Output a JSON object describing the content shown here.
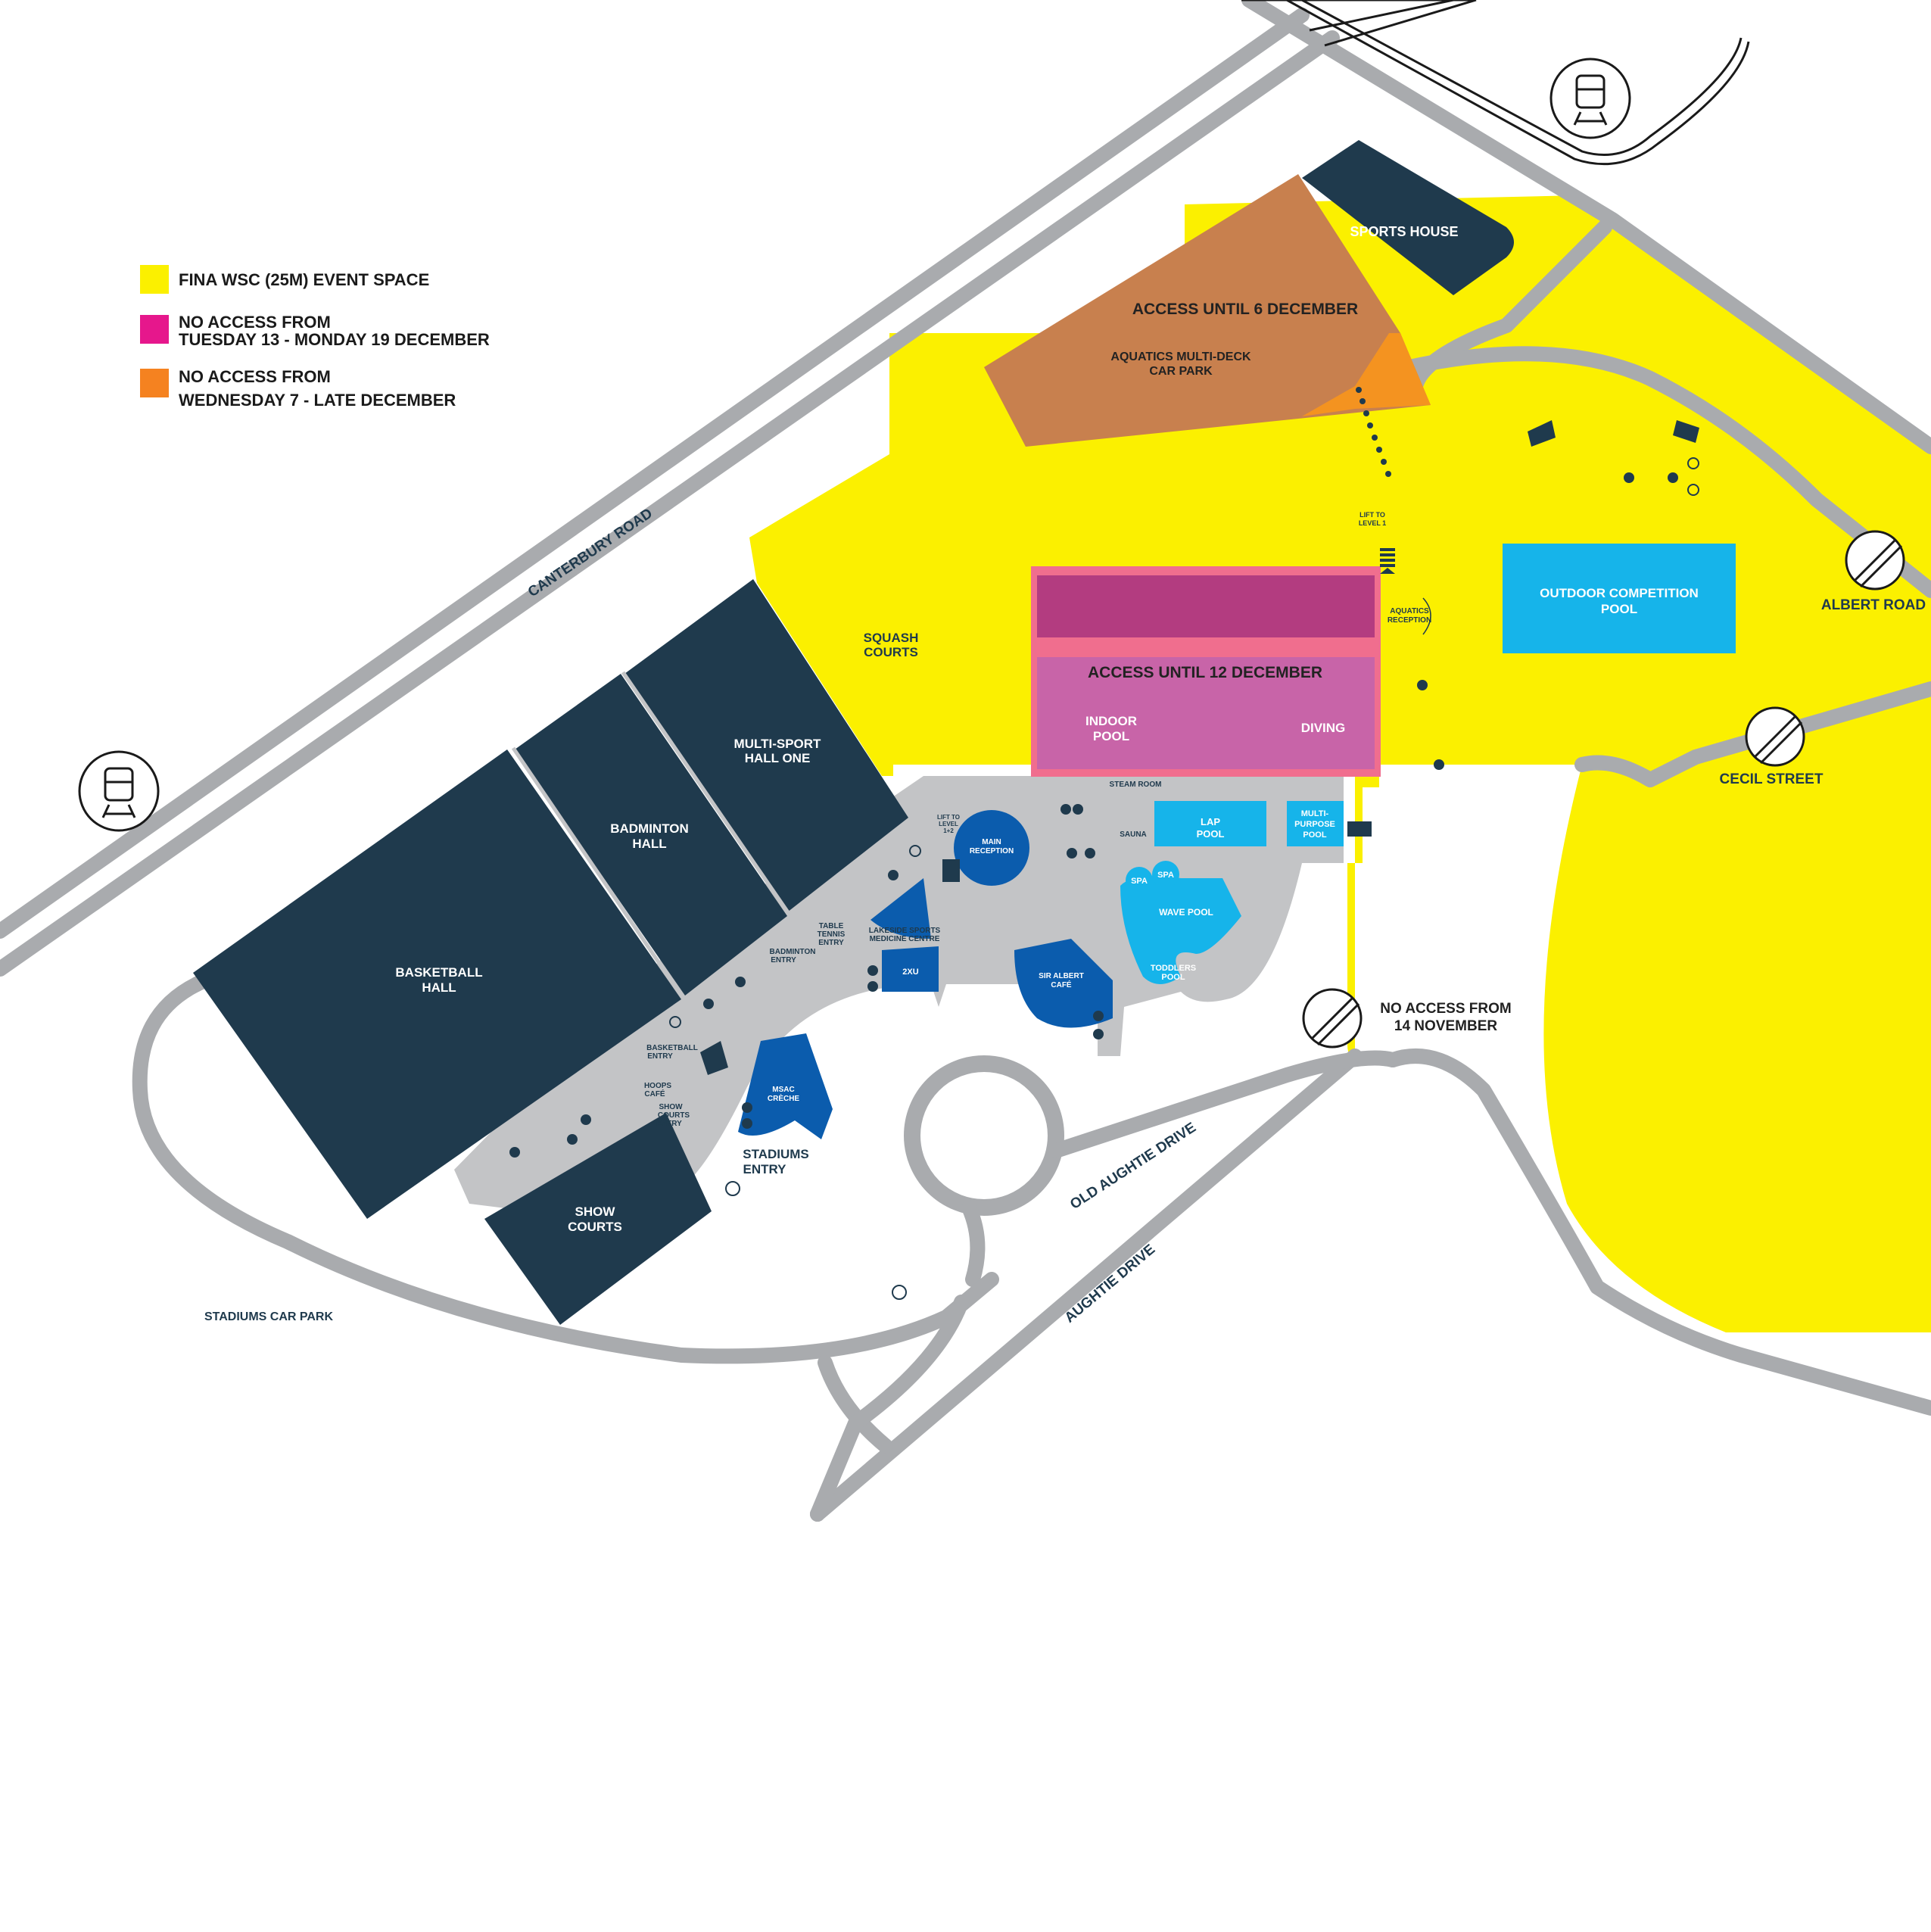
{
  "colors": {
    "event_space": "#fbf000",
    "no_access_pink": "#e6178c",
    "no_access_orange": "#f58220",
    "building": "#1f3a4d",
    "amenity_blue": "#0b5cad",
    "pool_blue": "#16b4ea",
    "road": "#a9abae",
    "concourse": "#c3c4c6",
    "indoor_pool": "#c864a8",
    "indoor_top": "#b33c80",
    "carpark_brown": "#c8804e"
  },
  "legend": [
    {
      "line1": "FINA WSC (25M) EVENT SPACE",
      "line2": "",
      "color": "event_space"
    },
    {
      "line1": "NO ACCESS FROM",
      "line2": "TUESDAY 13 - MONDAY 19 DECEMBER",
      "color": "no_access_pink"
    },
    {
      "line1": "NO ACCESS FROM",
      "line2": "WEDNESDAY 7 - LATE DECEMBER",
      "color": "no_access_orange"
    }
  ],
  "roads": {
    "canterbury": "CANTERBURY ROAD",
    "albert": "ALBERT ROAD",
    "cecil": "CECIL STREET",
    "old_aughtie": "OLD AUGHTIE DRIVE",
    "aughtie": "AUGHTIE DRIVE"
  },
  "buildings": {
    "sports_house": "SPORTS HOUSE",
    "carpark_line1": "AQUATICS MULTI-DECK",
    "carpark_line2": "CAR PARK",
    "access_6dec": "ACCESS UNTIL 6 DECEMBER",
    "squash_line1": "SQUASH",
    "squash_line2": "COURTS",
    "access_12dec": "ACCESS UNTIL 12 DECEMBER",
    "indoor_line1": "INDOOR",
    "indoor_line2": "POOL",
    "diving": "DIVING",
    "aquatics_rec_line1": "AQUATICS",
    "aquatics_rec_line2": "RECEPTION",
    "lift_line1": "LIFT TO",
    "lift_line2": "LEVEL 1",
    "outdoor_line1": "OUTDOOR COMPETITION",
    "outdoor_line2": "POOL",
    "multisport_line1": "MULTI-SPORT",
    "multisport_line2": "HALL ONE",
    "badminton_line1": "BADMINTON",
    "badminton_line2": "HALL",
    "basketball_line1": "BASKETBALL",
    "basketball_line2": "HALL",
    "show_line1": "SHOW",
    "show_line2": "COURTS",
    "steam_room": "STEAM ROOM",
    "sauna": "SAUNA",
    "lap_line1": "LAP",
    "lap_line2": "POOL",
    "mp_line1": "MULTI-",
    "mp_line2": "PURPOSE",
    "mp_line3": "POOL",
    "main_rec_line1": "MAIN",
    "main_rec_line2": "RECEPTION",
    "lift12_line1": "LIFT TO",
    "lift12_line2": "LEVEL",
    "lift12_line3": "1+2",
    "spa1": "SPA",
    "spa2": "SPA",
    "wave_pool": "WAVE POOL",
    "toddlers_line1": "TODDLERS",
    "toddlers_line2": "POOL",
    "lakeside_line1": "LAKESIDE SPORTS",
    "lakeside_line2": "MEDICINE CENTRE",
    "twoxu": "2XU",
    "sir_albert_line1": "SIR ALBERT",
    "sir_albert_line2": "CAFÉ",
    "table_tennis_line1": "TABLE",
    "table_tennis_line2": "TENNIS",
    "table_tennis_line3": "ENTRY",
    "badminton_entry_line1": "BADMINTON",
    "badminton_entry_line2": "ENTRY",
    "basketball_entry_line1": "BASKETBALL",
    "basketball_entry_line2": "ENTRY",
    "hoops_line1": "HOOPS",
    "hoops_line2": "CAFÉ",
    "show_entry_line1": "SHOW",
    "show_entry_line2": "COURTS",
    "show_entry_line3": "ENTRY",
    "creche_line1": "MSAC",
    "creche_line2": "CRÈCHE",
    "stadiums_entry_line1": "STADIUMS",
    "stadiums_entry_line2": "ENTRY",
    "stadiums_car_park": "STADIUMS CAR PARK",
    "no_access_14nov_line1": "NO ACCESS FROM",
    "no_access_14nov_line2": "14 NOVEMBER"
  },
  "icons": {
    "train": "train-icon",
    "no_entry": "no-entry-icon",
    "toilet": "toilet-icon",
    "accessible": "wheelchair-icon",
    "stairs": "stairs-icon",
    "arrow": "arrow-icon",
    "cafe": "cutlery-icon"
  }
}
